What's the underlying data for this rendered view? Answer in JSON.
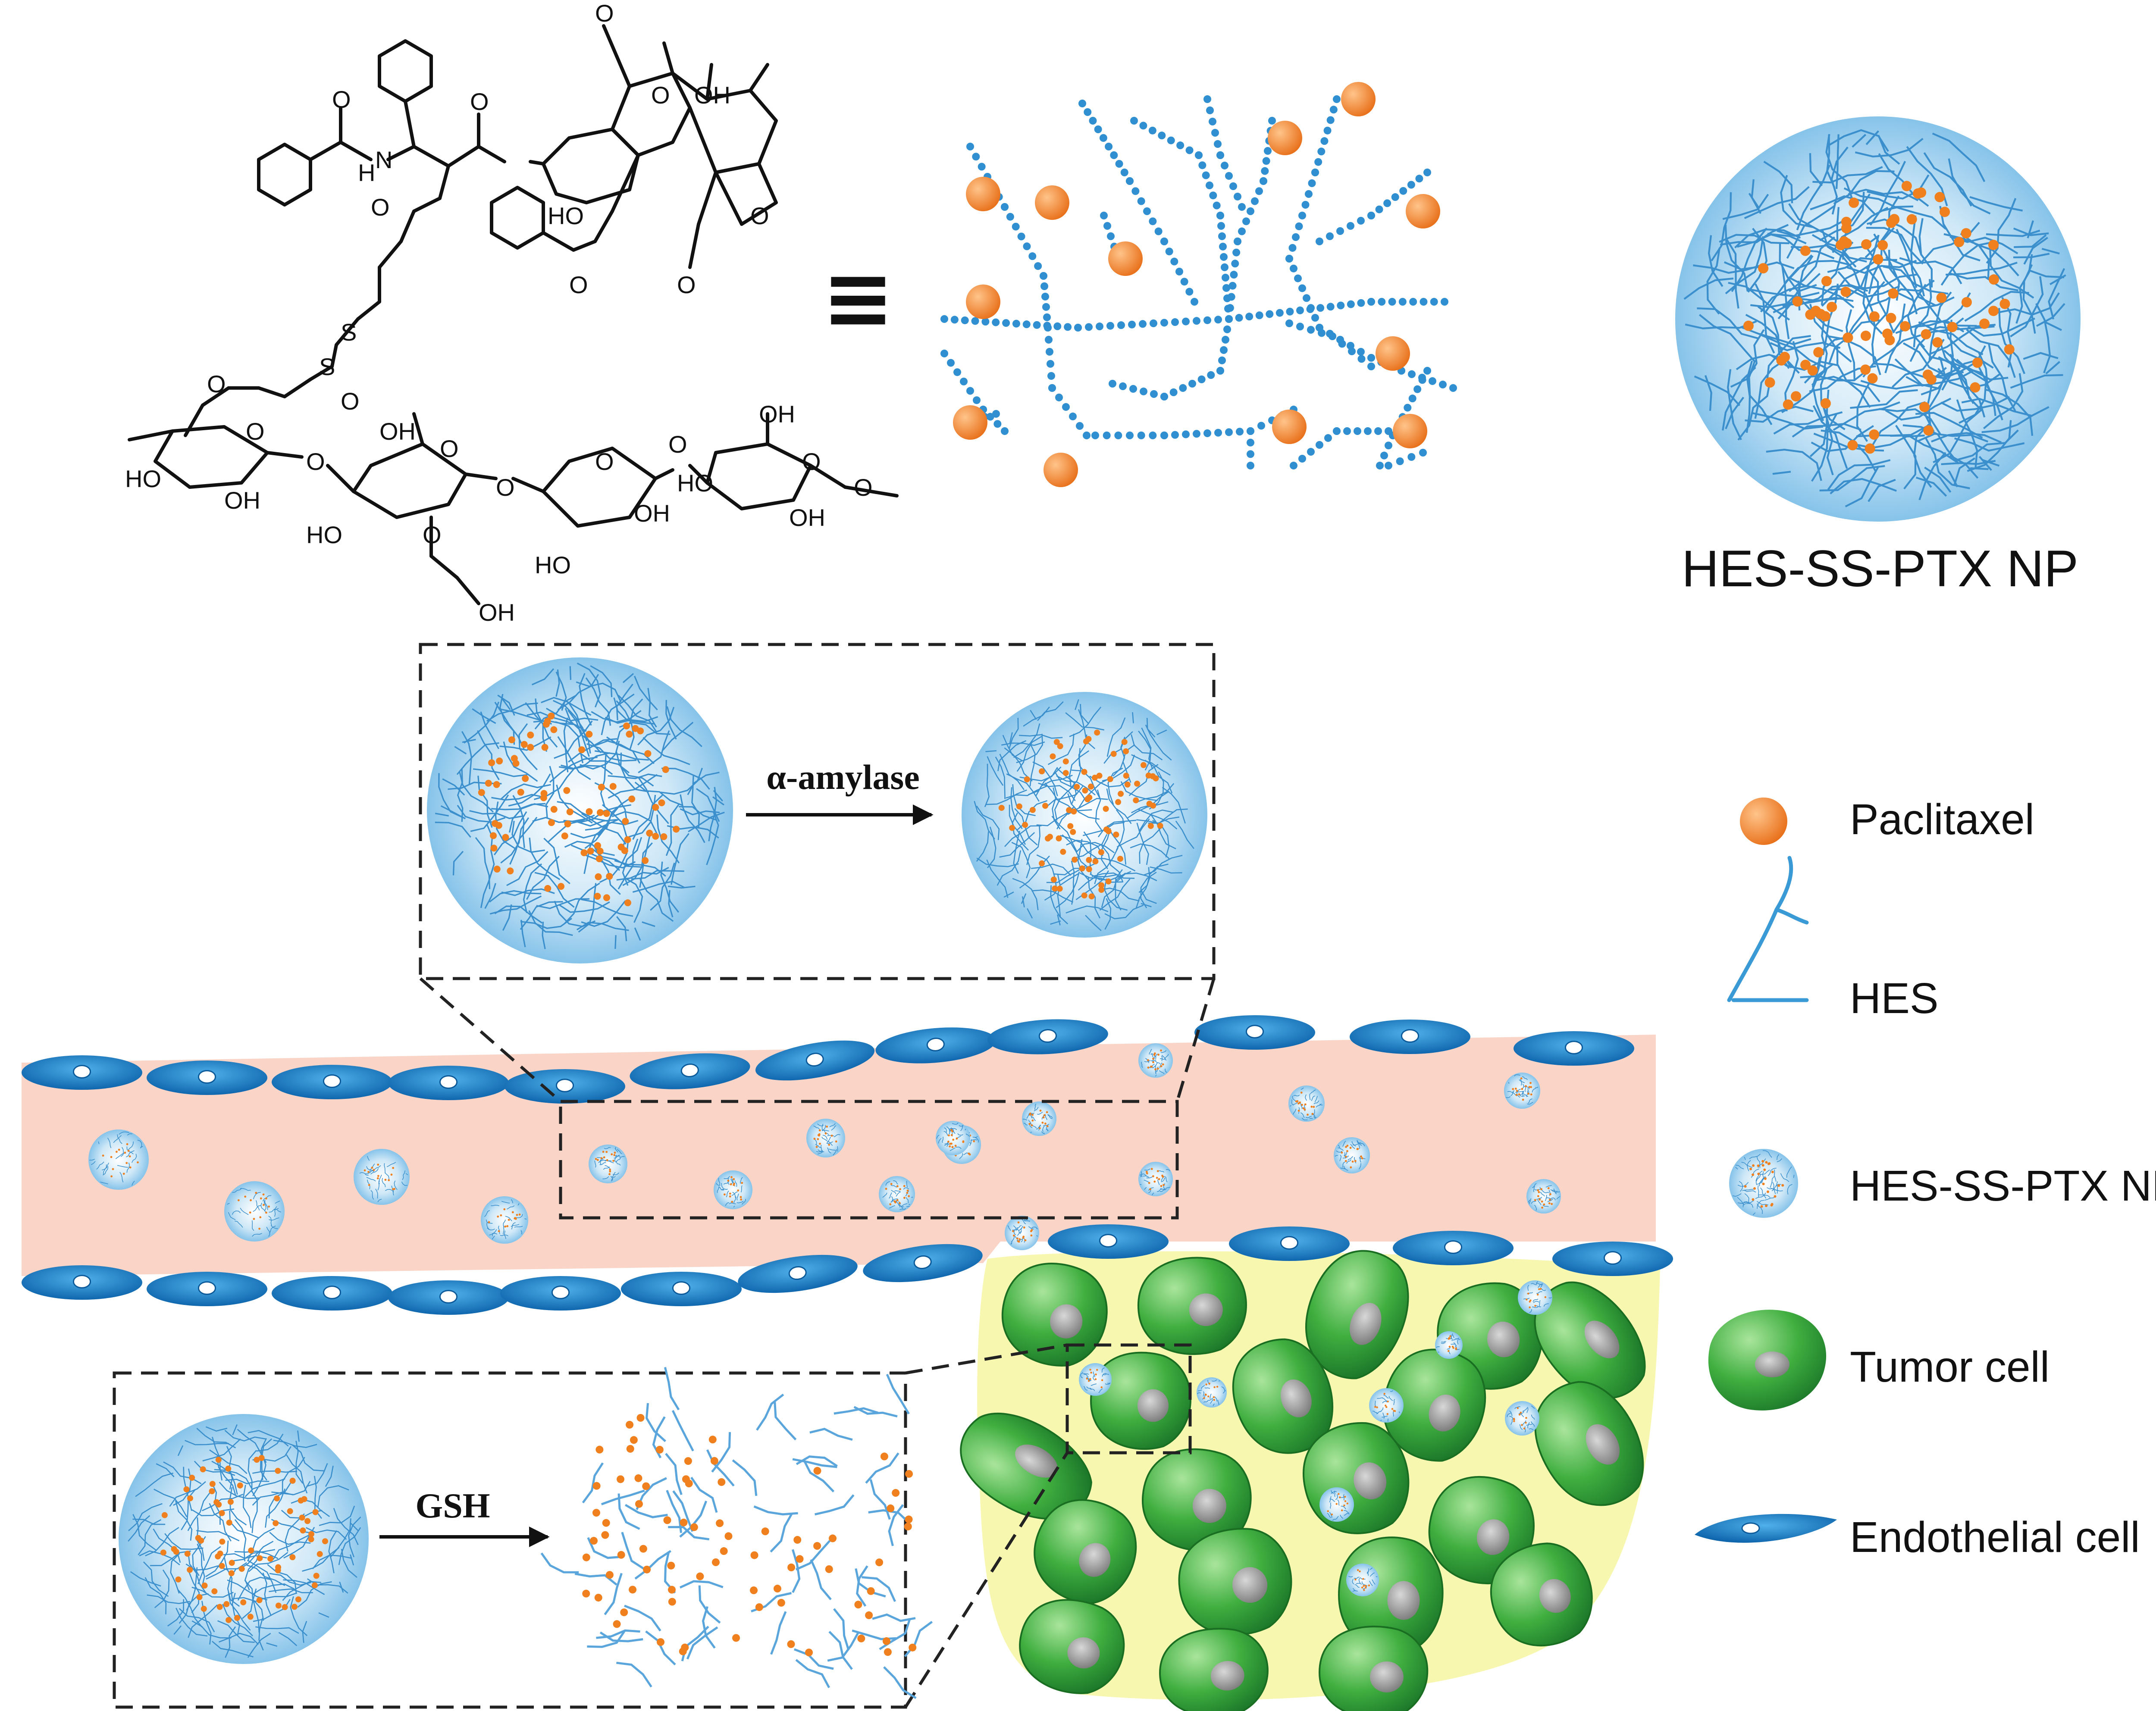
{
  "structure": {
    "labels": {
      "o": "O",
      "oh": "OH",
      "ho": "HO",
      "h": "H",
      "n": "N",
      "s": "S"
    }
  },
  "equiv_symbol": "≡",
  "np_title": "HES-SS-PTX NP",
  "process_labels": {
    "amylase": "α-amylase",
    "gsh": "GSH"
  },
  "legend": [
    {
      "key": "paclitaxel",
      "label": "Paclitaxel"
    },
    {
      "key": "hes",
      "label": "HES"
    },
    {
      "key": "np",
      "label": "HES-SS-PTX NP"
    },
    {
      "key": "tumor",
      "label": "Tumor cell"
    },
    {
      "key": "endothelial",
      "label": "Endothelial  cell"
    }
  ],
  "colors": {
    "paclitaxel": "#f07f1e",
    "hes_chain": "#3a9ad6",
    "np_core": "#e8f4fb",
    "np_edge": "#8cc8ec",
    "vessel": "#fad4c6",
    "tumor_region": "#f7f7b0",
    "tumor_cell": "#2e9e3a",
    "tumor_cell_light": "#8fd88a",
    "nucleus": "#8f8f8f",
    "endothelial": "#1a7bc9",
    "dash": "#222222"
  }
}
